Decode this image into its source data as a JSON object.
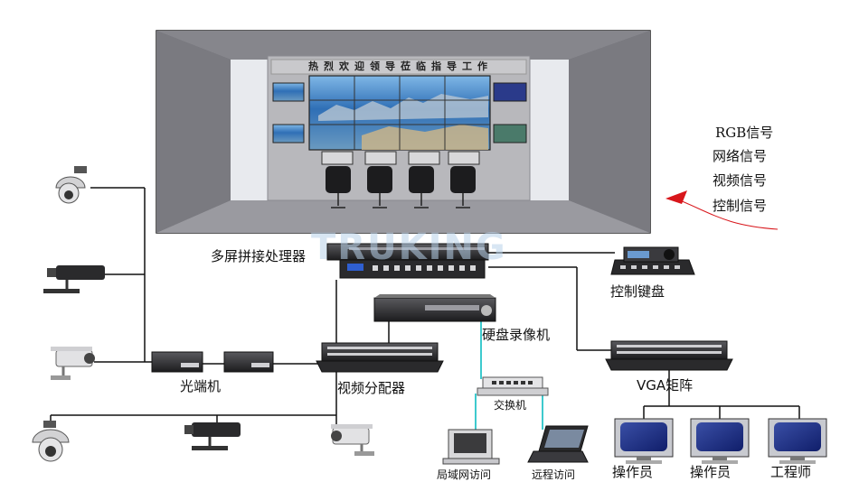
{
  "room": {
    "banner": "热烈欢迎领导莅临指导工作"
  },
  "watermark": "TRUKING",
  "legend": [
    "RGB信号",
    "网络信号",
    "视频信号",
    "控制信号"
  ],
  "labels": {
    "processor": "多屏拼接处理器",
    "keyboard": "控制键盘",
    "dvr": "硬盘录像机",
    "fiber": "光端机",
    "splitter": "视频分配器",
    "switch": "交换机",
    "vga": "VGA矩阵",
    "lan": "局域网访问",
    "remote": "远程访问",
    "operator1": "操作员",
    "operator2": "操作员",
    "engineer": "工程师"
  },
  "colors": {
    "wall": "#b8b8bc",
    "room_frame": "#6e6e74",
    "screen_sky": "#3b7fc4",
    "network_line": "#29c4c8",
    "video_line": "#111111",
    "legend_arrow": "#d8161b",
    "watermark": "#b9d2ea"
  }
}
